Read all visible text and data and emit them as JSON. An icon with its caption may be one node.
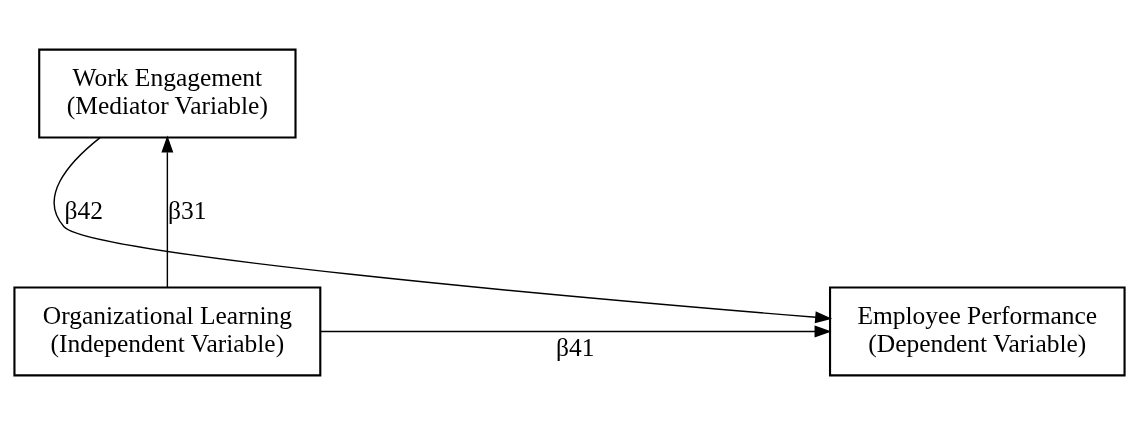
{
  "diagram": {
    "nodes": [
      {
        "text": [
          "Work Engagement",
          "(Mediator Variable)"
        ]
      },
      {
        "text": [
          "Organizational Learning",
          "(Independent Variable)"
        ]
      },
      {
        "text": [
          "Employee Performance",
          "(Dependent Variable)"
        ]
      }
    ],
    "edges": [
      {
        "from": 1,
        "to": 0,
        "arrow": "to",
        "label": "β31"
      },
      {
        "from": 0,
        "to": 2,
        "arrow": "to",
        "label": "β42"
      },
      {
        "from": 1,
        "to": 2,
        "arrow": "to",
        "label": "β41"
      }
    ]
  }
}
